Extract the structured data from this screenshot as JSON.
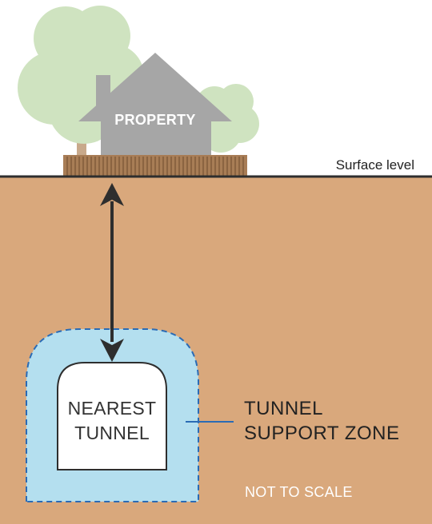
{
  "property_label": "PROPERTY",
  "surface_label": "Surface level",
  "tunnel_label": [
    "NEAREST",
    "TUNNEL"
  ],
  "zone_label": [
    "TUNNEL",
    "SUPPORT ZONE"
  ],
  "scale_note": "NOT TO SCALE",
  "colors": {
    "sky": "#ffffff",
    "ground": "#d9a87c",
    "surface_line": "#2e2e2e",
    "tree_foliage": "#cfe3c0",
    "tree_trunk": "#c8a98b",
    "house": "#a6a6a6",
    "fence": "#a87d56",
    "fence_lines": "#6e4a2c",
    "support_zone_fill": "#b4dfef",
    "support_zone_border": "#2a6bb5",
    "tunnel_fill": "#ffffff",
    "arrow": "#2e2e2e",
    "leader_line": "#2a6bb5"
  }
}
